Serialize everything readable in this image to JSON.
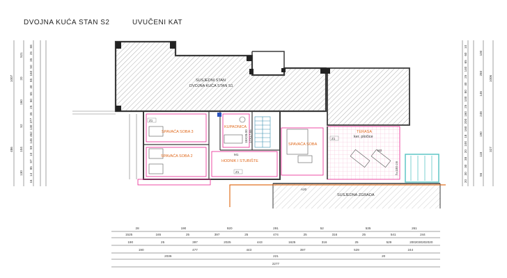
{
  "header": {
    "title1": "DVOJNA KUĆA",
    "title2": "STAN S2",
    "title3": "UVUČENI KAT"
  },
  "plan": {
    "neighbor_unit_line1": "SUSJEDNI STAN",
    "neighbor_unit_line2": "DVOJNA KUĆA  STAN S1",
    "neighbor_building": "SUSJEDNA ZGRADA",
    "rooms": {
      "bedroom3": "SPAVAĆA SOBA 3",
      "bedroom2": "SPAVAĆA SOBA 2",
      "bedroom1": "SPAVAĆA SOBA",
      "bathroom": "KUPAONICA",
      "hallway": "HODNIK I STUBIŠTE",
      "terrace": "TERASA",
      "terrace_note": "ker. pločice"
    },
    "small_labels": {
      "r21a": "Z1",
      "r21b": "Z1",
      "r21c": "Z1",
      "m1": "M1",
      "m2": "M2",
      "a20": "A20",
      "stair_note1": "18X28.00",
      "stair_note2": "17X17.65",
      "rail_height": "h=100 cm"
    }
  },
  "dimensions": {
    "row1": [
      "28",
      "190",
      "920",
      "291",
      "52",
      "535",
      "261"
    ],
    "row2": [
      "1525",
      "165",
      "25",
      "397",
      "25",
      "474",
      "25",
      "316",
      "25",
      "541",
      "244"
    ],
    "row3": [
      "190",
      "25",
      "397",
      "2025",
      "443",
      "1625",
      "316",
      "25",
      "529",
      "2002030202020"
    ],
    "row4": [
      "190",
      "477",
      "443",
      "397",
      "529",
      "244"
    ],
    "row5": [
      "2036",
      "221",
      "20"
    ],
    "row6": [
      "2277"
    ],
    "left_outer": [
      "1007",
      "486"
    ],
    "left_mid": [
      "521",
      "20",
      "160",
      "52",
      "104",
      "130"
    ],
    "left_inner": [
      "68",
      "25",
      "35",
      "50",
      "160",
      "85",
      "40",
      "65",
      "60",
      "25",
      "35",
      "377",
      "130",
      "462",
      "146",
      "59",
      "10",
      "87",
      "85",
      "14",
      "16"
    ],
    "right_outer": [
      "1006",
      "327"
    ],
    "right_mid": [
      "100",
      "280",
      "146",
      "248",
      "190",
      "118",
      "56"
    ],
    "right_inner": [
      "10",
      "60",
      "65",
      "140",
      "25",
      "40",
      "80",
      "100",
      "25",
      "160",
      "200",
      "160",
      "18",
      "100",
      "20",
      "38",
      "30",
      "30",
      "20"
    ]
  },
  "colors": {
    "wall": "#3a3a3a",
    "hatch": "#555555",
    "room_outline": "#e8208f",
    "room_label": "#e06a1e",
    "dimension": "#444444",
    "terrace_glass": "#5ec5c5",
    "ground": "#e07020"
  }
}
